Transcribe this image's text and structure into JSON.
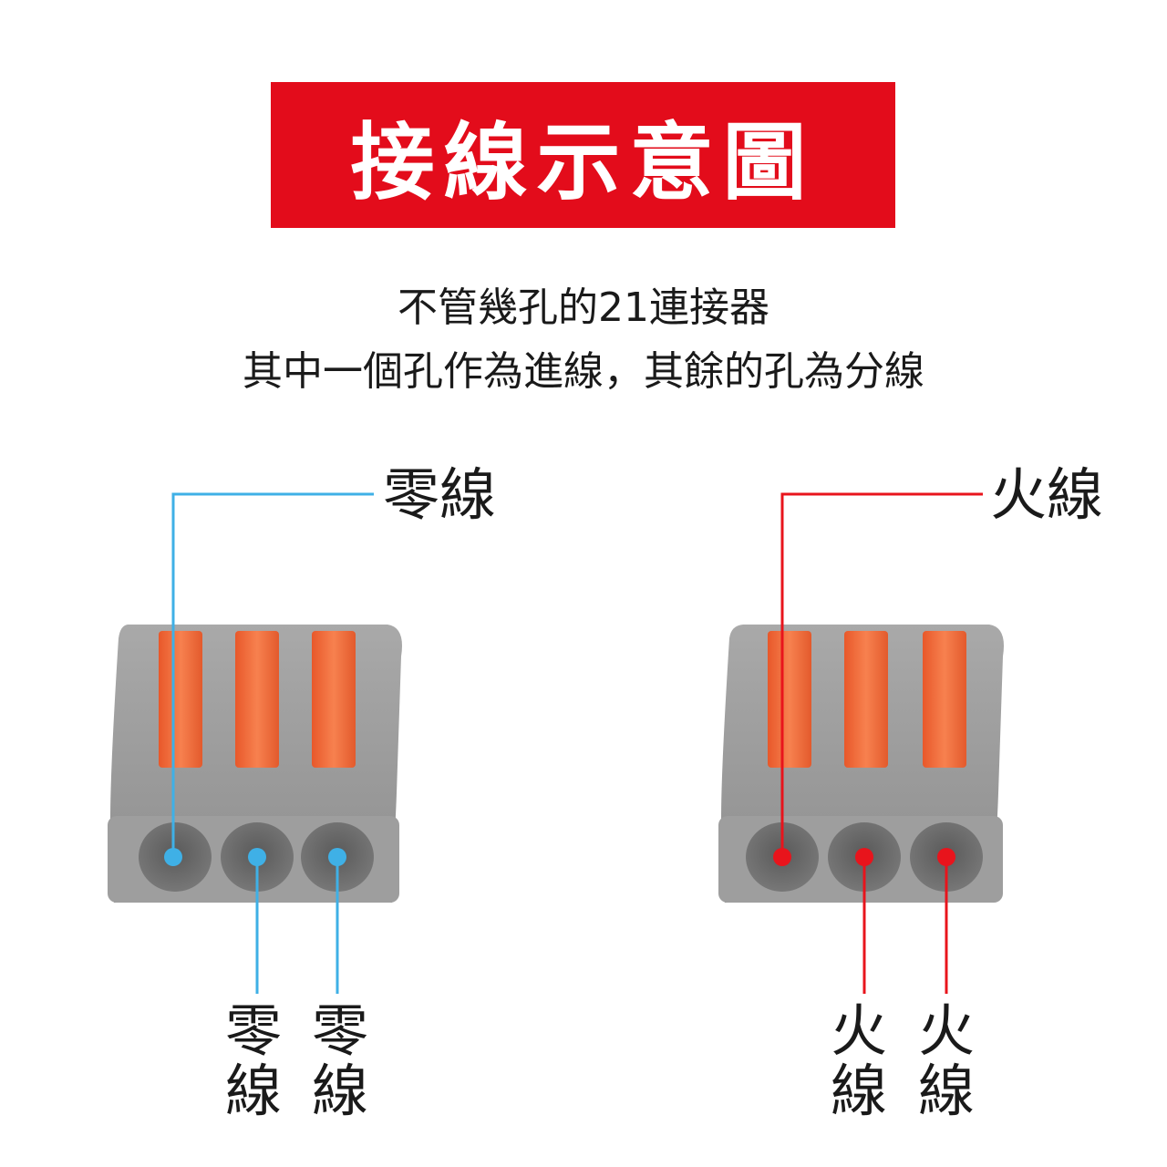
{
  "banner": {
    "title": "接線示意圖",
    "color": "#e30c1b"
  },
  "subtitle": {
    "line1": "不管幾孔的21連接器",
    "line2": "其中一個孔作為進線，其餘的孔為分線"
  },
  "neutral": {
    "top_label": "零線",
    "bottom_labels": [
      "零\n線",
      "零\n線"
    ],
    "color": "#3fb0e6"
  },
  "live": {
    "top_label": "火線",
    "bottom_labels": [
      "火\n線",
      "火\n線"
    ],
    "color": "#e8141c"
  },
  "colors": {
    "body": "#9a9a9a",
    "lever": "#f0693a",
    "hole": "#6e6e6e"
  }
}
